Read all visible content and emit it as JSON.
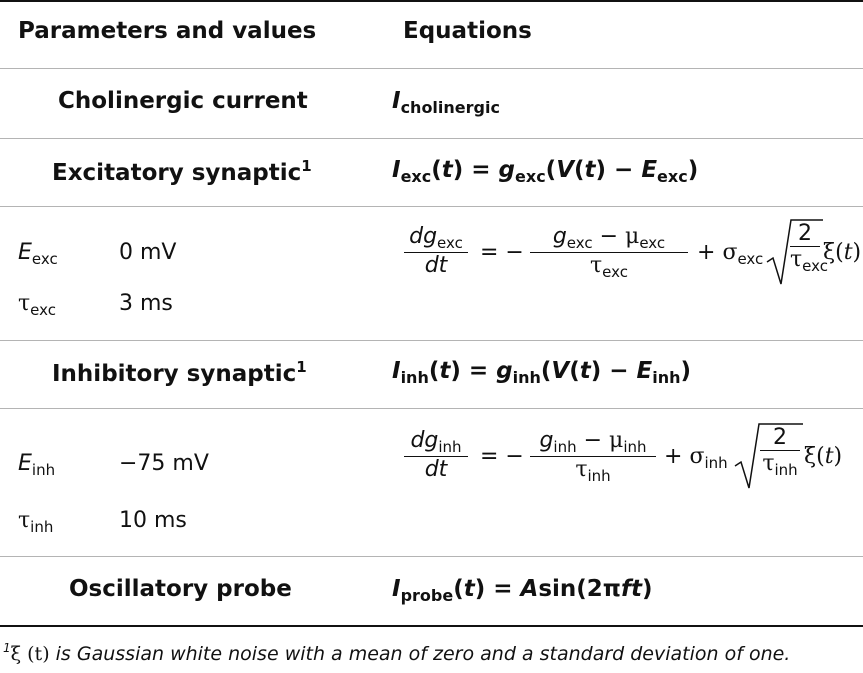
{
  "headers": {
    "params": "Parameters and values",
    "equations": "Equations"
  },
  "sections": {
    "cholinergic": {
      "title": "Cholinergic current",
      "eq_symbol": "I",
      "eq_sub": "cholinergic"
    },
    "excitatory": {
      "title": "Excitatory synaptic",
      "footnote_mark": "1",
      "eq": "I_exc(t) = g_exc(V(t) − E_exc)",
      "params": [
        {
          "symbol": "E",
          "sub": "exc",
          "value": "0 mV"
        },
        {
          "symbol": "τ",
          "sub": "exc",
          "value": "3 ms"
        }
      ],
      "sde": "dg_exc/dt = −(g_exc − μ_exc)/τ_exc + σ_exc √(2/τ_exc) ξ(t)"
    },
    "inhibitory": {
      "title": "Inhibitory synaptic",
      "footnote_mark": "1",
      "eq": "I_inh(t) = g_inh(V(t) − E_inh)",
      "params": [
        {
          "symbol": "E",
          "sub": "inh",
          "value": "−75 mV"
        },
        {
          "symbol": "τ",
          "sub": "inh",
          "value": "10 ms"
        }
      ],
      "sde": "dg_inh/dt = −(g_inh − μ_inh)/τ_inh + σ_inh √(2/τ_inh) ξ(t)"
    },
    "oscillatory": {
      "title": "Oscillatory probe",
      "eq": "I_probe(t) = A sin(2πft)"
    }
  },
  "footnote": {
    "mark": "1",
    "symbol": "ξ (t)",
    "text": " is Gaussian white noise with a mean of zero and a standard deviation of one."
  }
}
